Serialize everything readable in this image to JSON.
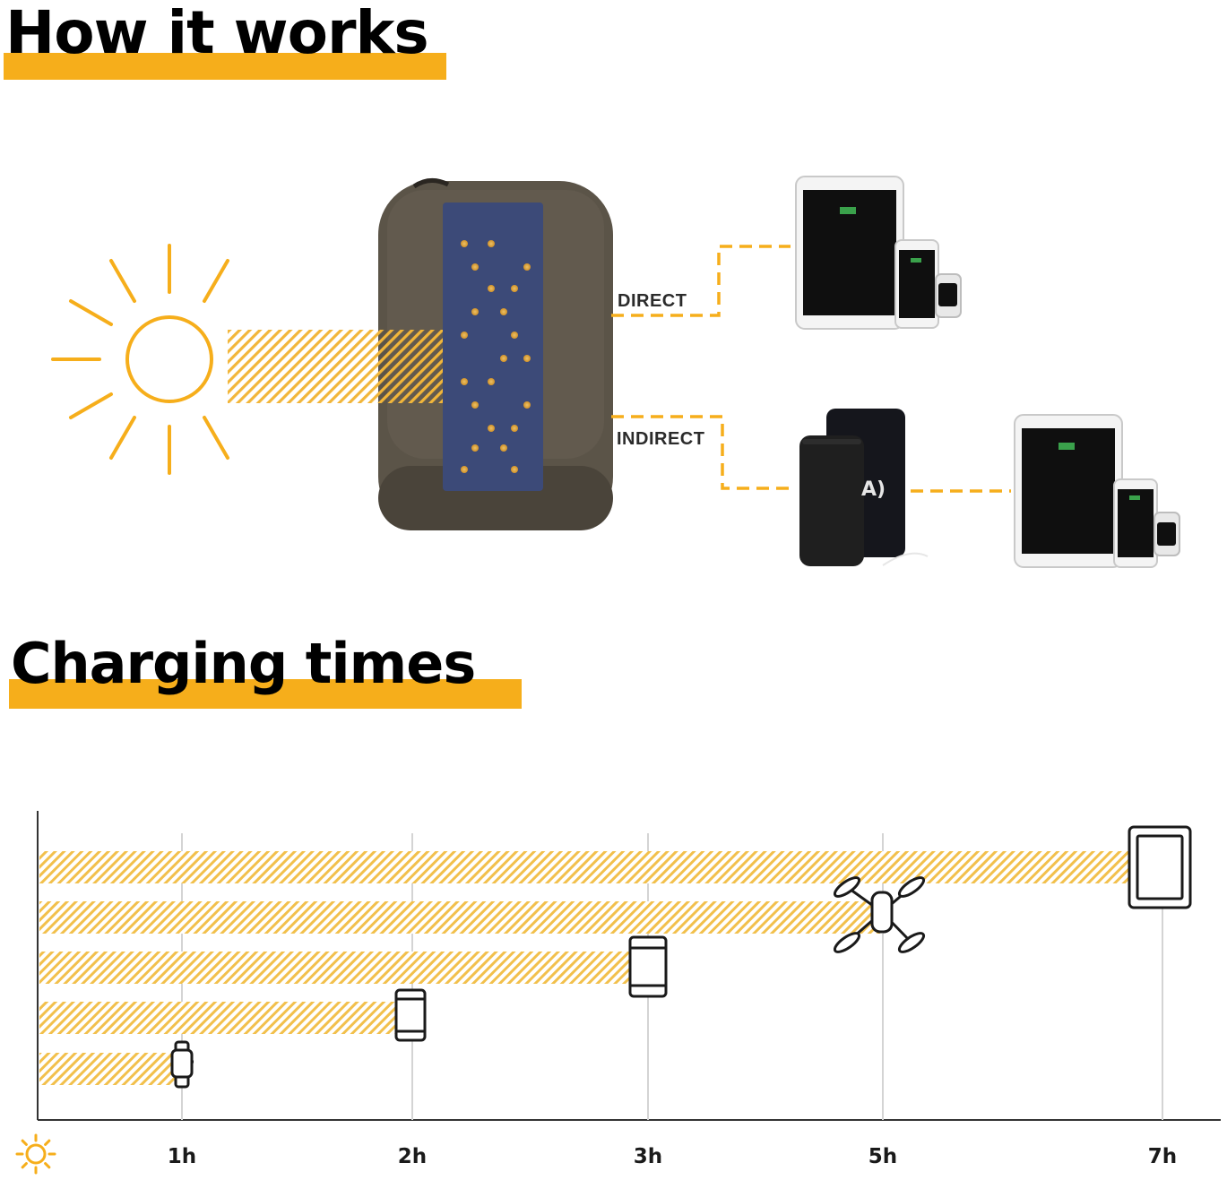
{
  "colors": {
    "accent": "#F6AE1B",
    "hatch": "#F2C04C",
    "panel": "#3a4a7a",
    "bag": "#5b5448"
  },
  "headings": {
    "how": "How it works",
    "charging": "Charging times"
  },
  "diagram": {
    "direct_label": "DIRECT",
    "indirect_label": "INDIRECT",
    "icons": [
      "sun-icon",
      "solar-backpack",
      "tablet-phone-watch-group",
      "power-bank",
      "tablet-phone-watch-group"
    ]
  },
  "chart_data": {
    "type": "bar",
    "orientation": "horizontal",
    "title": "Charging times",
    "x_tick_labels": [
      "1h",
      "2h",
      "3h",
      "5h",
      "7h"
    ],
    "x_axis_icon": "sun-icon",
    "categories": [
      "smartwatch",
      "smartphone",
      "large smartphone",
      "drone",
      "tablet"
    ],
    "category_icons": [
      "smartwatch-icon",
      "smartphone-icon",
      "large-smartphone-icon",
      "drone-icon",
      "tablet-icon"
    ],
    "values_hours": [
      1,
      2,
      3,
      5,
      7
    ],
    "grid": true,
    "bar_style": "hatched"
  }
}
